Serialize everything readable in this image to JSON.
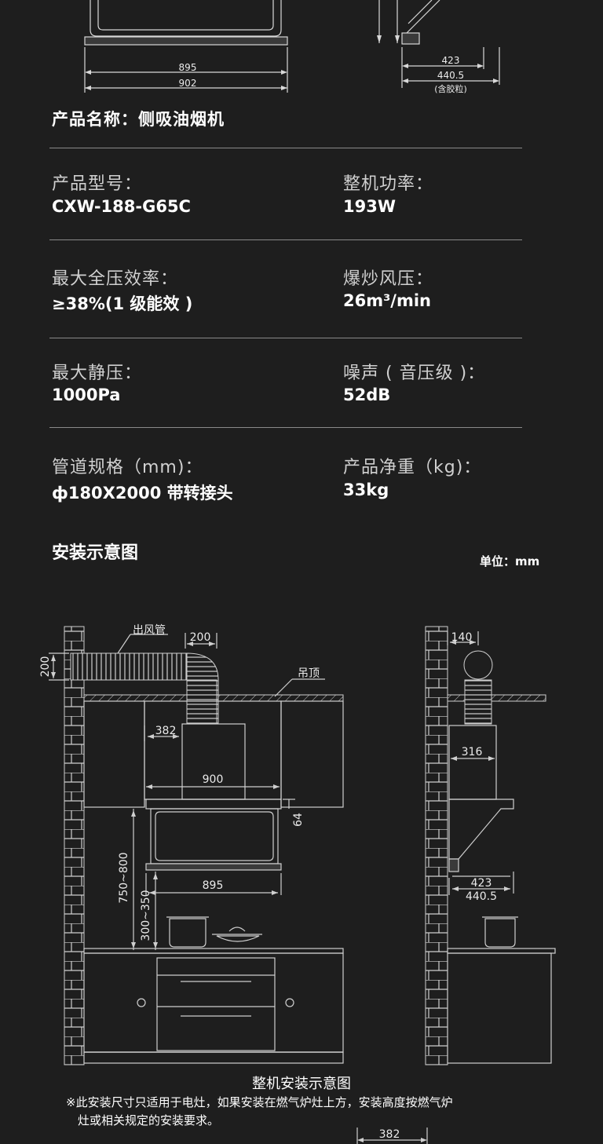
{
  "top_diagram": {
    "front_dims": [
      "895",
      "902"
    ],
    "side_dims": [
      "423",
      "440.5",
      "(含胶粒)"
    ]
  },
  "product_name": "产品名称：侧吸油烟机",
  "specs": [
    {
      "label": "产品型号：",
      "value": "CXW-188-G65C"
    },
    {
      "label": "整机功率：",
      "value": "193W"
    },
    {
      "label": "最大全压效率：",
      "value": "≥38%(1 级能效 )"
    },
    {
      "label": "爆炒风压：",
      "value": "26m³/min"
    },
    {
      "label": "最大静压：",
      "value": "1000Pa"
    },
    {
      "label": "噪声 ( 音压级 )：",
      "value": "52dB"
    },
    {
      "label": "管道规格（mm)：",
      "value": "ф180X2000 带转接头"
    },
    {
      "label": "产品净重（kg)：",
      "value": "33kg"
    }
  ],
  "install": {
    "title": "安装示意图",
    "unit": "单位：mm",
    "labels": {
      "duct": "出风管",
      "ceiling": "吊顶",
      "d200_top": "200",
      "d200_side": "200",
      "d382": "382",
      "d900": "900",
      "d64": "64",
      "d895": "895",
      "d750": "750~800",
      "d300": "300~350",
      "s140": "140",
      "s316": "316",
      "s423": "423",
      "s440": "440.5",
      "bottom382": "382"
    },
    "caption": "整机安装示意图",
    "note_line1": "※此安装尺寸只适用于电灶，如果安装在燃气炉灶上方，安装高度按燃气炉",
    "note_line2": "灶或相关规定的安装要求。"
  }
}
